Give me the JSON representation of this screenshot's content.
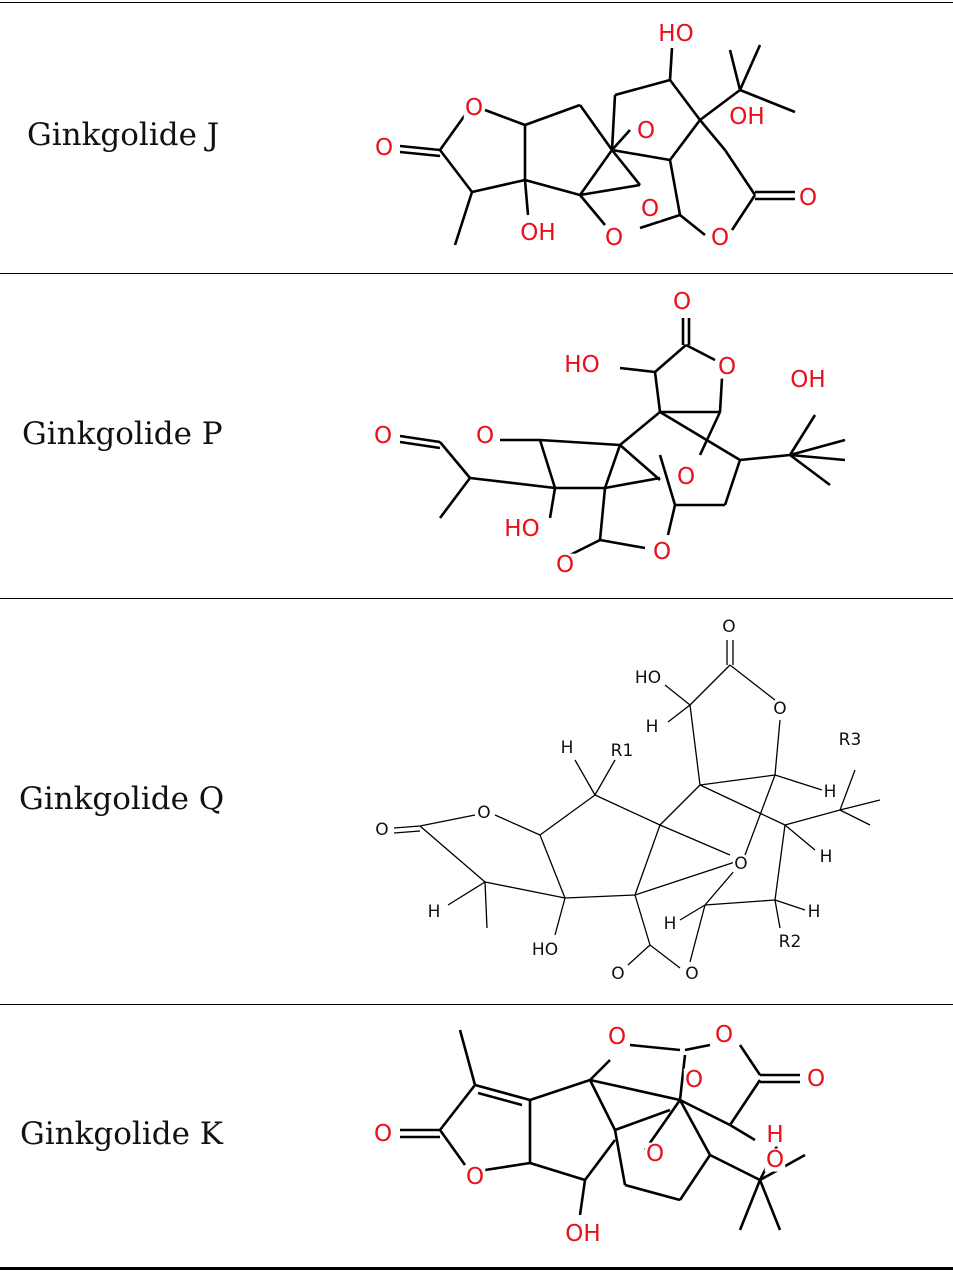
{
  "table": {
    "rows": [
      {
        "name": "Ginkgolide J",
        "atom_labels": [
          "O",
          "O",
          "OH",
          "O",
          "O",
          "O",
          "HO",
          "OH",
          "O",
          "O"
        ],
        "label_color": "#e8101a"
      },
      {
        "name": "Ginkgolide P",
        "atom_labels": [
          "O",
          "HO",
          "O",
          "OH",
          "O",
          "O",
          "O",
          "HO",
          "O",
          "O"
        ],
        "label_color": "#e8101a"
      },
      {
        "name": "Ginkgolide Q",
        "atom_labels": [
          "O",
          "HO",
          "O",
          "H",
          "R1",
          "H",
          "R3",
          "H",
          "O",
          "O",
          "H",
          "O",
          "H",
          "H",
          "H",
          "R2",
          "HO",
          "O",
          "O"
        ],
        "label_color": "#111111"
      },
      {
        "name": "Ginkgolide K",
        "atom_labels": [
          "O",
          "O",
          "O",
          "O",
          "O",
          "H",
          "O",
          "O",
          "O",
          "OH"
        ],
        "label_color": "#e8101a"
      }
    ]
  }
}
